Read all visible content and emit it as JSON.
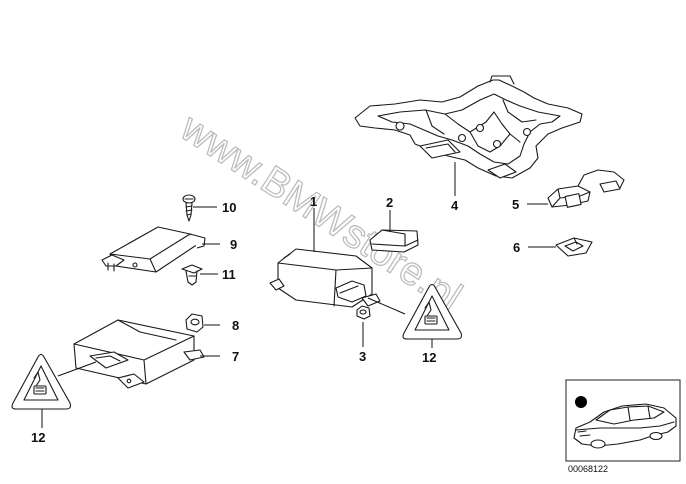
{
  "watermark": "www.BMWstore.pl",
  "reference_number": "00068122",
  "callouts": {
    "c1": "1",
    "c2": "2",
    "c3": "3",
    "c4": "4",
    "c5": "5",
    "c6": "6",
    "c7": "7",
    "c8": "8",
    "c9": "9",
    "c10": "10",
    "c11": "11",
    "c12a": "12",
    "c12b": "12"
  },
  "colors": {
    "ink": "#1a1a1a",
    "watermark": "#bdbdbd",
    "marker": "#000000"
  }
}
